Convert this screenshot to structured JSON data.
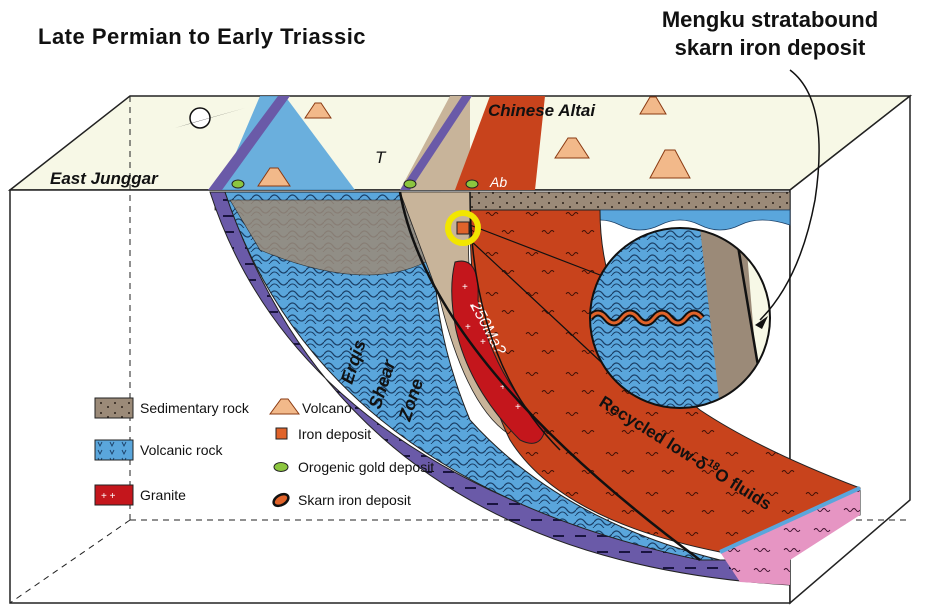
{
  "title": "Late Permian to Early Triassic",
  "deposit_title": {
    "line1": "Mengku stratabound",
    "line2": "skarn iron deposit"
  },
  "place_labels": {
    "east_junggar": "East Junggar",
    "chinese_altai": "Chinese Altai",
    "t": "T",
    "ab": "Ab"
  },
  "structure_labels": {
    "erqis": "Erqis",
    "shear": "Shear",
    "zone": "Zone",
    "granite_age": "250Ma?",
    "fluids": "Recycled low-δ18O fluids",
    "fluids_main": "Recycled low-δ",
    "fluids_sup": "18",
    "fluids_end": "O fluids"
  },
  "legend": {
    "sedimentary": "Sedimentary rock",
    "volcanic": "Volcanic rock",
    "granite": "Granite",
    "volcano": "Volcano",
    "iron": "Iron deposit",
    "gold": "Orogenic gold deposit",
    "skarn": "Skarn iron deposit"
  },
  "colors": {
    "sediment": "#9b8a78",
    "volcanic": "#5aa6dc",
    "granite": "#c4161c",
    "fluids": "#c8431c",
    "shear": "#6a5aa8",
    "top_surface": "#f7f8e6",
    "highlight": "#f2e600",
    "gold": "#8cc63f",
    "pink": "#e695c3"
  }
}
